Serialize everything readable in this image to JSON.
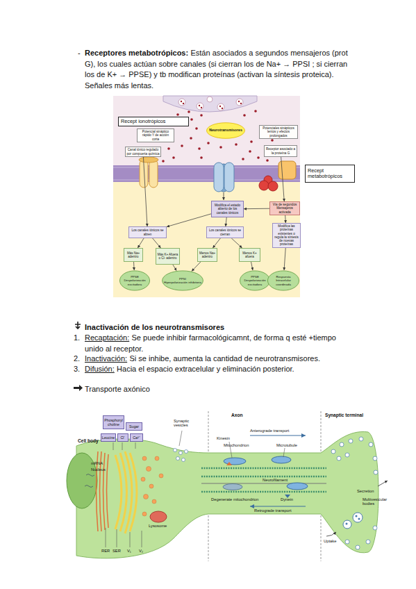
{
  "diagram": {
    "nodes": [
      {
        "text": [
          "Recept ionotrópicos"
        ]
      },
      {
        "text": [
          "Potencial sináptico rápido Y de acción corta"
        ]
      },
      {
        "text": [
          "Neurotransmisores"
        ]
      },
      {
        "text": [
          "Potenciales sinápticos lentos y efectos prolongados"
        ]
      },
      {
        "text": [
          "Canal iónico regulado por compuerta química"
        ]
      },
      {
        "text": [
          "Receptor asociado a la proteína G"
        ]
      },
      {
        "text": [
          "Recept metabotrópicos"
        ]
      },
      {
        "text": [
          "Modifica el estado abierto de los canales iónicos"
        ]
      },
      {
        "text": [
          "Vía de segundos Mensajeros activada"
        ]
      },
      {
        "text": [
          "Los canales iónicos se abren"
        ]
      },
      {
        "text": [
          "Los canales iónicos se cierran"
        ]
      },
      {
        "text": [
          "Modifica las proteínas existentes o regula la síntesis de nuevas proteínas"
        ]
      },
      {
        "text": [
          "Más Na+ adentro"
        ]
      },
      {
        "text": [
          "Más K+ Afuera o Cl- adentro"
        ]
      },
      {
        "text": [
          "Menos Na+ adentro"
        ]
      },
      {
        "text": [
          "Menos K+ afuera"
        ]
      },
      {
        "text": [
          "PPSE",
          "Despolarización excitadora"
        ]
      },
      {
        "text": [
          "PPSI",
          "Hiperpolarización inhibitoria"
        ]
      },
      {
        "text": [
          "PPSE",
          "Despolarización excitadora"
        ]
      },
      {
        "text": [
          "Respuesta Intracelular coordinada"
        ]
      },
      {
        "text": [
          "Phosphoryl choline"
        ]
      },
      {
        "text": [
          "Sugar"
        ]
      },
      {
        "text": [
          "Leucine"
        ]
      },
      {
        "text": [
          "Cl⁻"
        ]
      },
      {
        "text": [
          "Ca²⁺"
        ]
      }
    ],
    "edges": [
      {
        "from": 4,
        "to": 9,
        "arrow": "to"
      },
      {
        "from": 5,
        "to": 8,
        "arrow": "to"
      },
      {
        "from": 8,
        "to": 7,
        "arrow": "to"
      },
      {
        "from": 8,
        "to": 11,
        "arrow": "to"
      },
      {
        "from": 7,
        "to": 9,
        "arrow": "to"
      },
      {
        "from": 7,
        "to": 10,
        "arrow": "to"
      },
      {
        "from": 9,
        "to": 12,
        "arrow": "to"
      },
      {
        "from": 9,
        "to": 13,
        "arrow": "to"
      },
      {
        "from": 10,
        "to": 14,
        "arrow": "to"
      },
      {
        "from": 10,
        "to": 15,
        "arrow": "to"
      },
      {
        "from": 12,
        "to": 16,
        "arrow": "to"
      },
      {
        "from": 13,
        "to": 17,
        "arrow": "to"
      },
      {
        "from": 14,
        "to": 17,
        "arrow": "to"
      },
      {
        "from": 15,
        "to": 18,
        "arrow": "to"
      },
      {
        "from": 11,
        "to": 19,
        "arrow": "to"
      }
    ],
    "labels": [
      "-",
      "Receptores metabotrópicos:",
      "Están asociados a segundos mensajeros (prot G), los cuales actúan sobre canales (si cierran los de Na+ → PPSI ; si cierran los de K+ → PPSE) y tb modifican proteínas (activan la síntesis proteica). Señales más lentas.",
      "Inactivación de los neurotransmisores",
      "1.",
      "Recaptación:",
      "Se puede inhibir farmacológicamnt, de forma q esté +tiempo unido al receptor.",
      "2.",
      "Inactivación:",
      "Si se inhibe, aumenta la cantidad de neurotransmisores.",
      "3.",
      "Difusión:",
      "Hacia el espacio extracelular y eliminación posterior.",
      "Transporte axónico",
      "Cell body",
      "mRNA",
      "Nucleus",
      "Synaptic vesicles",
      "Axon",
      "Synaptic terminal",
      "Kinesin",
      "Anterograde transport",
      "Mitochondrion",
      "Microtubule",
      "Neurofilament",
      "Degenerate mitochondrion",
      "Dynein",
      "Retrograde transport",
      "Lysosome",
      "RER",
      "SER",
      "V₁",
      "V₂",
      "Secretion",
      "Multivesicular bodies",
      "Uptake"
    ]
  }
}
